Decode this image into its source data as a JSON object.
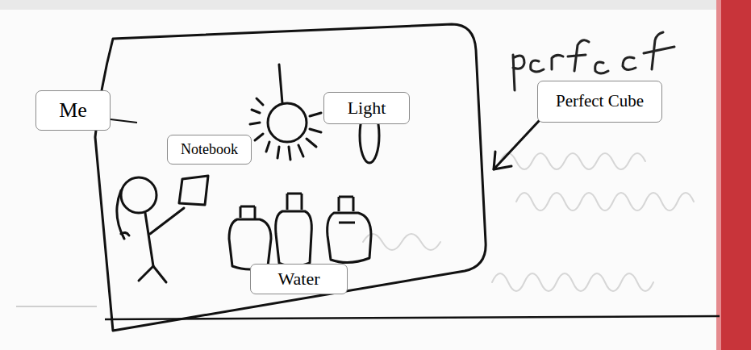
{
  "diagram": {
    "nodes": [
      {
        "text": [
          "Me"
        ]
      },
      {
        "text": [
          "Light"
        ]
      },
      {
        "text": [
          "Perfect Cube"
        ]
      },
      {
        "text": [
          "Notebook"
        ]
      },
      {
        "text": [
          "Water"
        ]
      }
    ]
  }
}
